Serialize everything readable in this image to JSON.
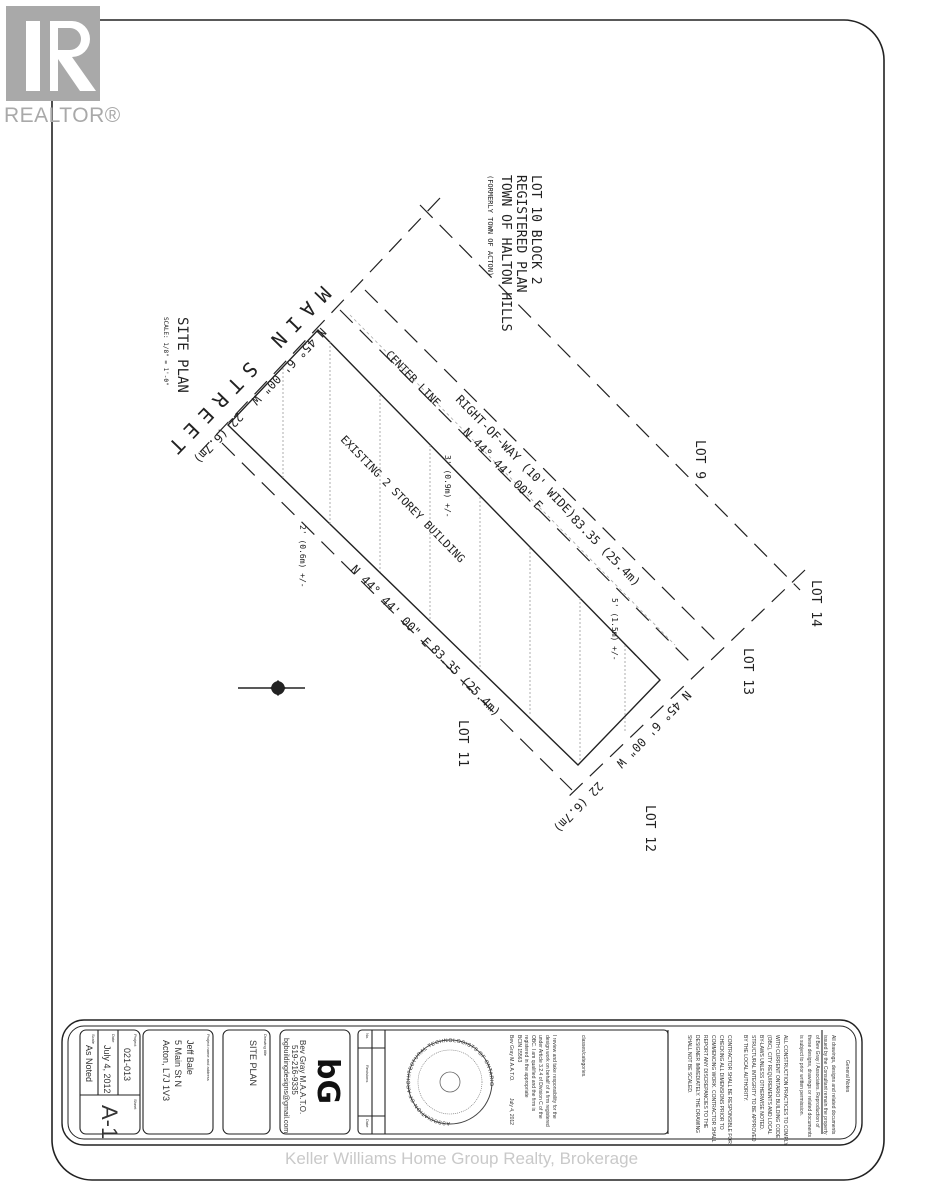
{
  "watermark": {
    "realtor": "REALTOR®",
    "brokerage": "Keller Williams Home Group Realty, Brokerage"
  },
  "plan": {
    "title": "SITE PLAN",
    "scale": "SCALE: 1/8\" = 1'-0\"",
    "lot10": [
      "LOT 10 BLOCK 2",
      "REGISTERED PLAN",
      "TOWN OF HALTON HILLS",
      "(FORMERLY TOWN OF ACTON)"
    ],
    "street": "MAIN STREET",
    "lots": {
      "lot9": "LOT 9",
      "lot11": "LOT 11",
      "lot12": "LOT 12",
      "lot13": "LOT 13",
      "lot14": "LOT 14"
    },
    "center_line": "CENTER LINE",
    "right_of_way": "RIGHT-OF-WAY (10' WIDE)",
    "bearing_ne": "N 44° 44' 00\" E",
    "length_ne": "83.35 (25.4m)",
    "bearing_nw": "N 45° 6' 00\" W",
    "width_nw": "22 (6.7m)",
    "building": "EXISTING 2 STOREY BUILDING",
    "offset_1": "3' (0.9m) +/-",
    "offset_2": "2' (0.6m) +/-",
    "offset_3": "5' (1.5m) +/-"
  },
  "title_block": {
    "project_label": "Project",
    "project_no": "021-013",
    "date_label": "Date",
    "date": "July 4, 2012",
    "scale_label": "Scale",
    "scale": "As Noted",
    "sheet_label": "Sheet",
    "sheet": "A-1",
    "client_label": "Project name and address",
    "client": [
      "Jeff Bale",
      "5 Main St N",
      "Acton, L7J 1V3"
    ],
    "drawing_label": "Drawing title",
    "drawing": "SITE PLAN",
    "firm_logo": "bG",
    "firm": [
      "Bev Gray M.A.A.T.O.",
      "519-216-9335",
      "bgbuildingdesigns@gmail.com"
    ],
    "rev_no": "No.",
    "revisions": "Revisions",
    "rev_date": "Date",
    "seal": "ASSOCIATION OF ARCHITECTURAL TECHNOLOGISTS OF ONTARIO",
    "signer": [
      "Bev Gray M.A.A.T.O.",
      "BCIN 15563"
    ],
    "sign_date": "July 4, 2012",
    "declaration": [
      "I review and take responsibility for the",
      "design work on behalf of a firm registered",
      "under Article 3.2.4 of Division C of the",
      "OBC. I am qualified and the firm is",
      "registered in the appropriate",
      "classes/categories."
    ],
    "notes_title": "General Notes",
    "notes": [
      "All drawings, designs and related documents",
      "issued by the Consultant remain the property",
      "of Bev Gray / Associates. Reproduction of",
      "these designs, drawings or related documents",
      "is subject to prior written permission.",
      "",
      "ALL CONSTRUCTION PRACTICES TO COMPLY",
      "WITH CURRENT ONTARIO BUILDING CODE",
      "(OBC), CITY REQUIREMENTS AND LOCAL",
      "BY-LAWS UNLESS OTHERWISE NOTED.",
      "STRUCTURAL INTEGRITY TO BE APPROVED",
      "BY THE LOCAL AUTHORITY.",
      "",
      "CONTRACTOR SHALL BE RESPONSIBLE FOR",
      "CHECKING ALL DIMENSIONS PRIOR TO",
      "COMMENCING WORK. CONTRACTOR SHALL",
      "REPORT ANY DISCREPANCIES TO THE",
      "DESIGNER IMMEDIATELY. THE DRAWING",
      "SHALL NOT BE SCALED."
    ]
  }
}
